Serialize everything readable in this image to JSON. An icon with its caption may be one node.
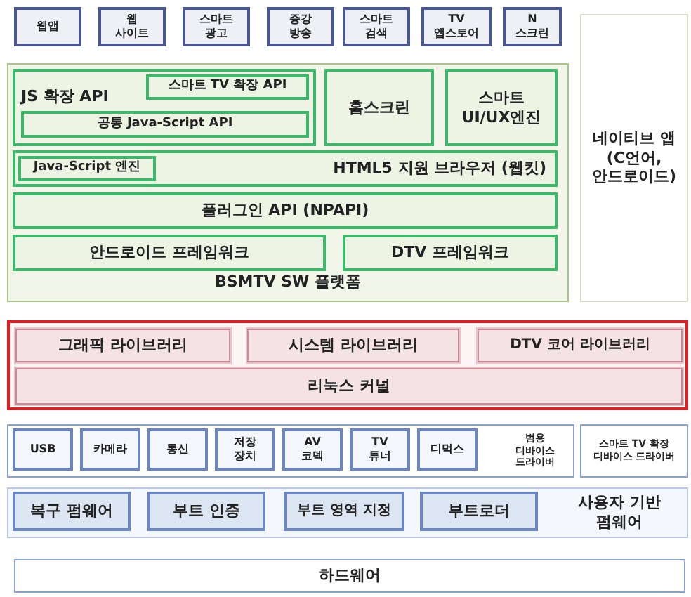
{
  "diagram": {
    "nodes": [
      {
        "text": [
          "웹앱"
        ]
      },
      {
        "text": [
          "웹 사이트"
        ]
      },
      {
        "text": [
          "스마트 광고"
        ]
      },
      {
        "text": [
          "증강 방송"
        ]
      },
      {
        "text": [
          "스마트 검색"
        ]
      },
      {
        "text": [
          "TV 앱스토어"
        ]
      },
      {
        "text": [
          "N 스크린"
        ]
      },
      {
        "text": [
          "BSMTV SW 플랫폼"
        ]
      },
      {
        "text": [
          "JS 확장 API"
        ],
        "in": 7
      },
      {
        "text": [
          "스마트 TV 확장 API"
        ],
        "in": 8
      },
      {
        "text": [
          "공통 Java-Script API"
        ],
        "in": 8
      },
      {
        "text": [
          "홈스크린"
        ],
        "in": 7
      },
      {
        "text": [
          "스마트 UI/UX엔진"
        ],
        "in": 7
      },
      {
        "text": [
          "HTML5 지원 브라우저 (웹킷)"
        ],
        "in": 7
      },
      {
        "text": [
          "Java-Script 엔진"
        ],
        "in": 13
      },
      {
        "text": [
          "플러그인 API (NPAPI)"
        ],
        "in": 7
      },
      {
        "text": [
          "안드로이드 프레임워크"
        ],
        "in": 7
      },
      {
        "text": [
          "DTV 프레임워크"
        ],
        "in": 7
      },
      {
        "text": [
          "네이티브 앱 (C언어, 안드로이드)"
        ]
      },
      {
        "text": [],
        "shape": "box"
      },
      {
        "text": [
          "그래픽 라이브러리"
        ],
        "in": 19
      },
      {
        "text": [
          "시스템 라이브러리"
        ],
        "in": 19
      },
      {
        "text": [
          "DTV 코어 라이브러리"
        ],
        "in": 19
      },
      {
        "text": [
          "리눅스 커널"
        ],
        "in": 19
      },
      {
        "text": [
          "범용 디바이스 드라이버"
        ]
      },
      {
        "text": [
          "USB"
        ],
        "in": 24
      },
      {
        "text": [
          "카메라"
        ],
        "in": 24
      },
      {
        "text": [
          "통신"
        ],
        "in": 24
      },
      {
        "text": [
          "저장 장치"
        ],
        "in": 24
      },
      {
        "text": [
          "AV 코덱"
        ],
        "in": 24
      },
      {
        "text": [
          "TV 튜너"
        ],
        "in": 24
      },
      {
        "text": [
          "디먹스"
        ],
        "in": 24
      },
      {
        "text": [
          "스마트 TV 확장 디바이스 드라이버"
        ]
      },
      {
        "text": [
          "사용자 기반 펌웨어"
        ]
      },
      {
        "text": [
          "복구 펌웨어"
        ],
        "in": 33
      },
      {
        "text": [
          "부트 인증"
        ],
        "in": 33
      },
      {
        "text": [
          "부트 영역 지정"
        ],
        "in": 33
      },
      {
        "text": [
          "부트로더"
        ],
        "in": 33
      },
      {
        "text": [
          "하드웨어"
        ]
      }
    ]
  }
}
